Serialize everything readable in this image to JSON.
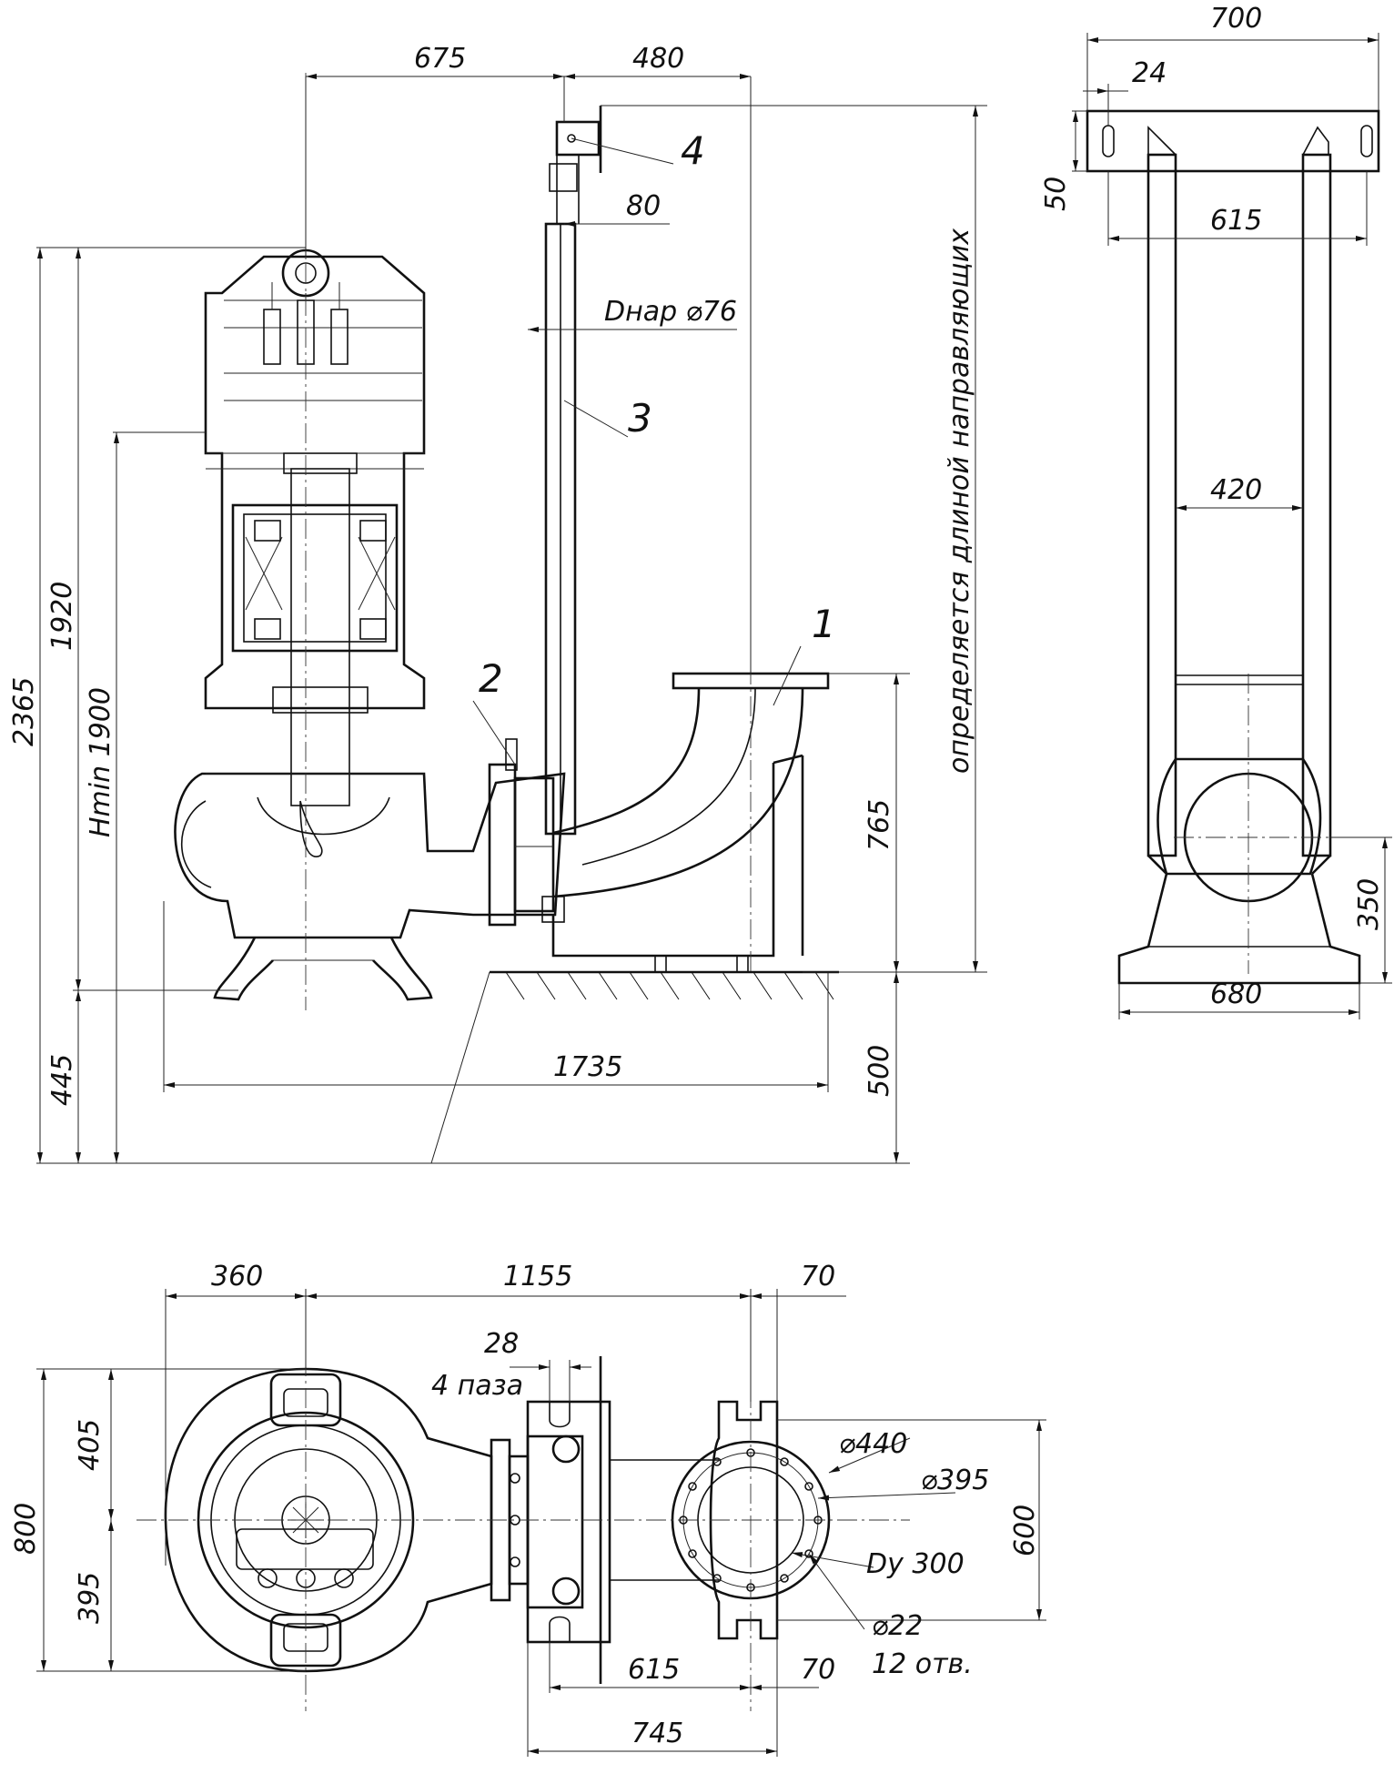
{
  "front_view": {
    "dims": {
      "width_axis_left": "675",
      "width_axis_right": "480",
      "guide_offset": "80",
      "guide_pipe": "Dнар ⌀76",
      "height_total": "2365",
      "height_1920": "1920",
      "height_hmin": "Hmin 1900",
      "height_445": "445",
      "length_total": "1735",
      "outlet_height": "765",
      "base_height": "500"
    },
    "guide_note": "определяется длиной направляющих"
  },
  "side_view": {
    "dims": {
      "bracket_width": "700",
      "slot_offset": "24",
      "bracket_height": "50",
      "guide_spacing": "615",
      "inner_width": "420",
      "outlet_height": "350",
      "base_width": "680"
    }
  },
  "plan_view": {
    "dims": {
      "left_offset": "360",
      "center_distance": "1155",
      "flange_thickness": "70",
      "slot_width": "28",
      "slots": "4 паза",
      "height_total": "800",
      "height_upper": "405",
      "height_lower": "395",
      "flange_diameter": "⌀440",
      "bolt_circle": "⌀395",
      "nominal_bore": "Dy 300",
      "hole_diameter": "⌀22",
      "hole_count": "12 отв.",
      "flange_width": "600",
      "base_guide": "615",
      "base_flange": "70",
      "base_total": "745"
    }
  },
  "callouts": [
    "1",
    "2",
    "3",
    "4"
  ]
}
